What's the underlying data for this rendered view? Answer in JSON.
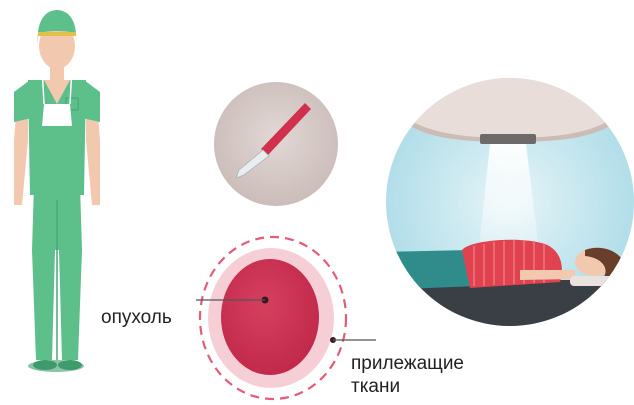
{
  "labels": {
    "tumor": "опухоль",
    "adjacent_line1": "прилежащие",
    "adjacent_line2": "ткани"
  },
  "colors": {
    "scrubs": "#5dbf8a",
    "scrubs_dark": "#4aa977",
    "skin": "#f2c9ae",
    "mask": "#ffffff",
    "tumor": "#d63d5e",
    "tumor_core": "#c8284a",
    "tissue": "#f6cfd6",
    "tissue_border": "#e35c78",
    "scalpel": "#d1304d",
    "radiation_bg": "#cfe9f0",
    "beam": "#bfe3ef",
    "patient_shirt": "#e0434f",
    "table": "#3a3f46"
  },
  "icons": {
    "surgeon": "surgeon-icon",
    "scalpel": "scalpel-icon",
    "tumor": "tumor-diagram",
    "radiotherapy": "radiotherapy-icon"
  }
}
